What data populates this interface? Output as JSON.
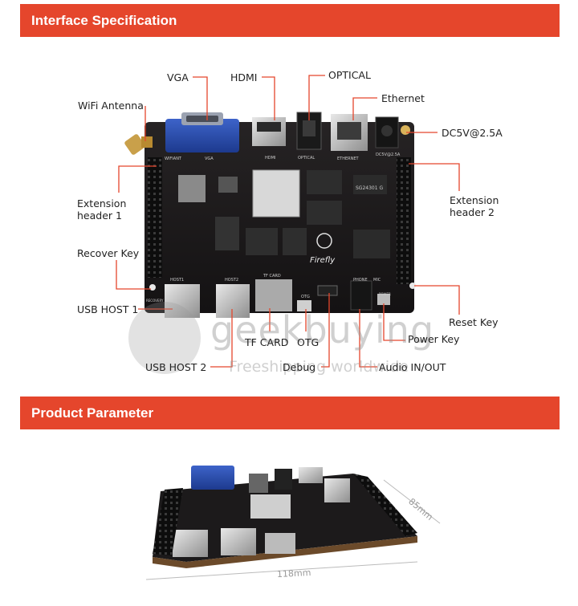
{
  "sections": {
    "interface_title": "Interface Specification",
    "parameter_title": "Product Parameter"
  },
  "callouts": {
    "vga": "VGA",
    "hdmi": "HDMI",
    "optical": "OPTICAL",
    "ethernet": "Ethernet",
    "wifi_antenna": "WiFi Antenna",
    "dc": "DC5V@2.5A",
    "ext_header_1": "Extension\nheader 1",
    "ext_header_2": "Extension\nheader 2",
    "recover_key": "Recover Key",
    "usb_host_1": "USB HOST 1",
    "reset_key": "Reset Key",
    "power_key": "Power Key",
    "tf_card": "TF CARD",
    "otg": "OTG",
    "usb_host_2": "USB HOST 2",
    "debug": "Debug",
    "audio": "Audio IN/OUT"
  },
  "board": {
    "brand_text": "Firefly",
    "chip_label": "SG24301 G",
    "silk_host1": "HOST1",
    "silk_host2": "HOST2",
    "silk_tfcard": "TF CARD",
    "silk_otg": "OTG",
    "silk_phone": "PHONE",
    "silk_mic": "MIC",
    "silk_vga": "VGA",
    "silk_hdmi": "HDMI",
    "silk_optical": "OPTICAL",
    "silk_ethernet": "ETHERNET",
    "silk_wifi": "WIFIANT",
    "silk_dc": "DC5V@2.5A",
    "silk_recovery": "RECOVERY",
    "silk_power": "POWER"
  },
  "watermark": {
    "brand": "geekbuying",
    "tagline": "Freeshipping worldwide"
  },
  "dimensions": {
    "width": "118mm",
    "depth": "85mm"
  },
  "colors": {
    "accent": "#e5462c",
    "pcb": "#1d1b1c",
    "callout_line": "#e5462c",
    "header_pins": "#111111",
    "vga_blue": "#2b4fb3"
  }
}
